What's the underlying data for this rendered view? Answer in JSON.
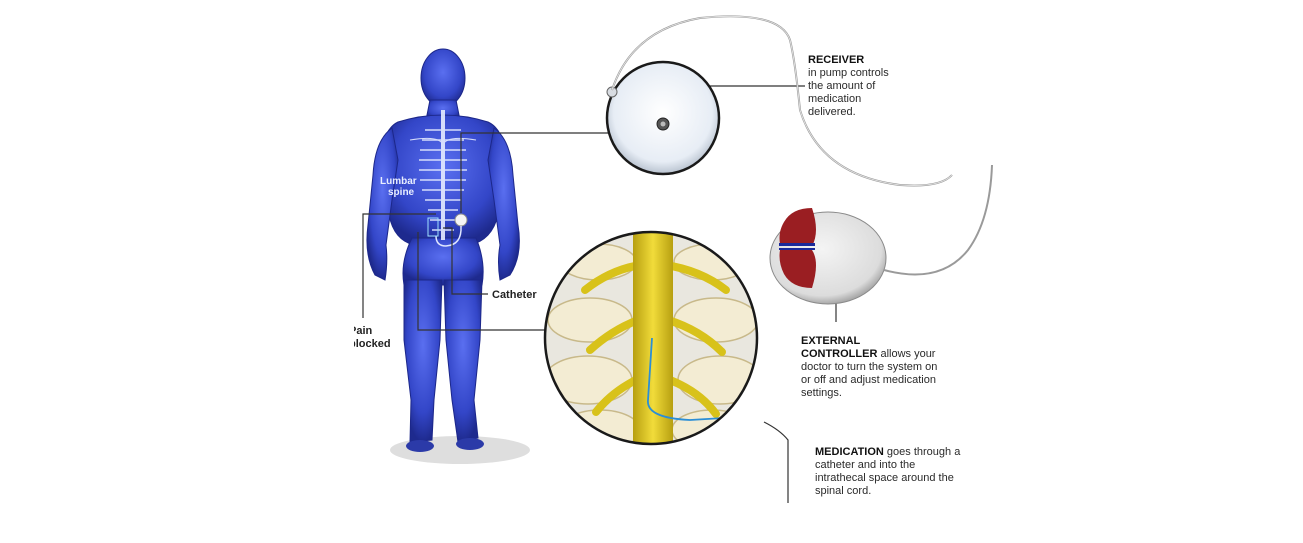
{
  "labels": {
    "receiver": {
      "title": "RECEIVER",
      "lines": [
        "in pump controls",
        "the amount of",
        "medication",
        "delivered."
      ]
    },
    "external_controller": {
      "title_line1": "EXTERNAL",
      "title_line2": "CONTROLLER",
      "line2_rest": " allows your",
      "lines": [
        "doctor to turn the system on",
        "or off and adjust medication",
        "settings."
      ]
    },
    "medication": {
      "title": "MEDICATION",
      "title_rest": " goes through a",
      "lines": [
        "catheter and into the",
        "intrathecal space around the",
        "spinal cord."
      ]
    },
    "lumbar_spine": [
      "Lumbar",
      "spine"
    ],
    "catheter": "Catheter",
    "pain_blocked": [
      "Pain",
      "blocked"
    ]
  },
  "colors": {
    "body": "#3a4fd0",
    "body_dark": "#2232a0",
    "spinal_cord": "#d8c21a",
    "vertebra": "#efe6c8",
    "controller_red": "#9a1e22",
    "controller_blue": "#1a2a9a",
    "leader_line": "#333333"
  }
}
